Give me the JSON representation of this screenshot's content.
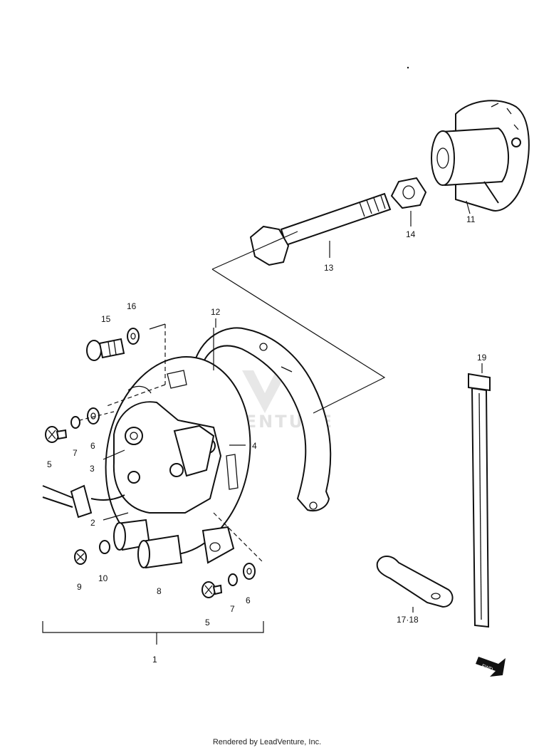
{
  "diagram": {
    "callouts": {
      "c1": "1",
      "c2": "2",
      "c3": "3",
      "c4": "4",
      "c5a": "5",
      "c5b": "5",
      "c6a": "6",
      "c6b": "6",
      "c7a": "7",
      "c7b": "7",
      "c8": "8",
      "c9": "9",
      "c10": "10",
      "c11": "11",
      "c12": "12",
      "c13": "13",
      "c14": "14",
      "c15": "15",
      "c16": "16",
      "c1718": "17·18",
      "c19": "19"
    },
    "fwd_label": "FWD",
    "watermark": "LEADVENTURE"
  },
  "footer": {
    "text": "Rendered by LeadVenture, Inc."
  },
  "colors": {
    "ink": "#111111",
    "watermark": "#cfcfcf",
    "background": "#ffffff"
  }
}
